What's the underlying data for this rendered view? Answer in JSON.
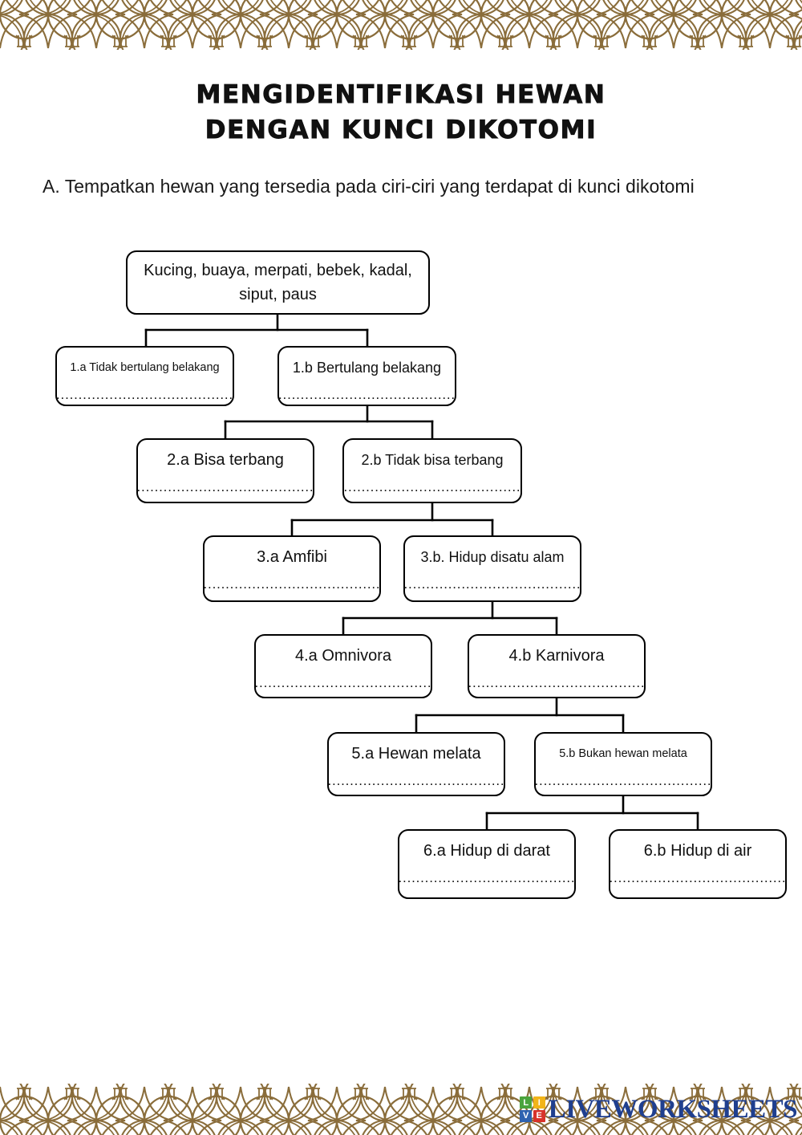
{
  "page": {
    "title_lines": [
      "MENGIDENTIFIKASI HEWAN",
      "DENGAN KUNCI DIKOTOMI"
    ],
    "instruction": "A. Tempatkan hewan yang tersedia pada ciri-ciri yang terdapat di kunci dikotomi",
    "background_color": "#ffffff",
    "border_color": "#8a6d3b",
    "line_color": "#000000"
  },
  "dots": "........................................",
  "chart_data": {
    "type": "diagram",
    "title": "Kunci Dikotomi Hewan",
    "nodes": [
      {
        "id": "root",
        "label": "Kucing, buaya, merpati, bebek, kadal, siput, paus",
        "level": 0,
        "dots": false
      },
      {
        "id": "1a",
        "label": "1.a Tidak bertulang belakang",
        "level": 1,
        "dots": true
      },
      {
        "id": "1b",
        "label": "1.b Bertulang belakang",
        "level": 1,
        "dots": true
      },
      {
        "id": "2a",
        "label": "2.a Bisa terbang",
        "level": 2,
        "dots": true
      },
      {
        "id": "2b",
        "label": "2.b Tidak bisa terbang",
        "level": 2,
        "dots": true
      },
      {
        "id": "3a",
        "label": "3.a Amfibi",
        "level": 3,
        "dots": true
      },
      {
        "id": "3b",
        "label": "3.b. Hidup disatu alam",
        "level": 3,
        "dots": true
      },
      {
        "id": "4a",
        "label": "4.a Omnivora",
        "level": 4,
        "dots": true
      },
      {
        "id": "4b",
        "label": "4.b Karnivora",
        "level": 4,
        "dots": true
      },
      {
        "id": "5a",
        "label": "5.a Hewan melata",
        "level": 5,
        "dots": true
      },
      {
        "id": "5b",
        "label": "5.b Bukan hewan melata",
        "level": 5,
        "dots": true
      },
      {
        "id": "6a",
        "label": "6.a Hidup di darat",
        "level": 6,
        "dots": true
      },
      {
        "id": "6b",
        "label": "6.b Hidup di air",
        "level": 6,
        "dots": true
      }
    ],
    "edges": [
      {
        "from": "root",
        "to": "1a"
      },
      {
        "from": "root",
        "to": "1b"
      },
      {
        "from": "1b",
        "to": "2a"
      },
      {
        "from": "1b",
        "to": "2b"
      },
      {
        "from": "2b",
        "to": "3a"
      },
      {
        "from": "2b",
        "to": "3b"
      },
      {
        "from": "3b",
        "to": "4a"
      },
      {
        "from": "3b",
        "to": "4b"
      },
      {
        "from": "4b",
        "to": "5a"
      },
      {
        "from": "4b",
        "to": "5b"
      },
      {
        "from": "5b",
        "to": "6a"
      },
      {
        "from": "5b",
        "to": "6b"
      }
    ]
  },
  "logo": {
    "blocks": [
      "L",
      "I",
      "V",
      "E"
    ],
    "word": "LIVEWORKSHEETS",
    "colors": [
      "#4aa43c",
      "#f2b418",
      "#2e62b0",
      "#d8332a"
    ],
    "word_color": "#1f3f8f"
  }
}
